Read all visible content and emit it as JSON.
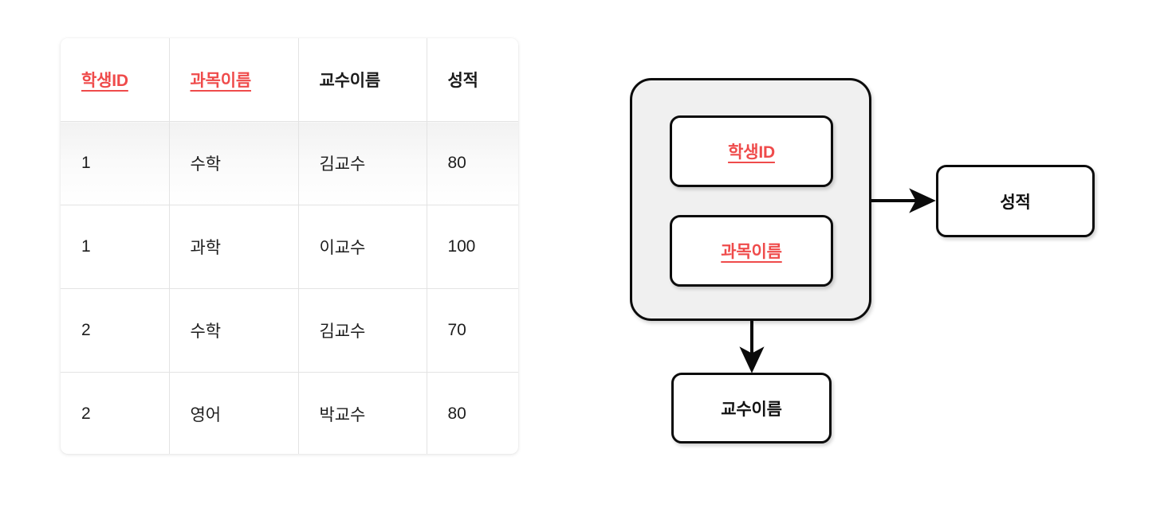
{
  "table": {
    "name": "student-course-relation-table",
    "columns": [
      {
        "label": "학생ID",
        "is_key": true
      },
      {
        "label": "과목이름",
        "is_key": true
      },
      {
        "label": "교수이름",
        "is_key": false
      },
      {
        "label": "성적",
        "is_key": false
      }
    ],
    "rows": [
      {
        "student_id": "1",
        "subject": "수학",
        "professor": "김교수",
        "score": "80"
      },
      {
        "student_id": "1",
        "subject": "과학",
        "professor": "이교수",
        "score": "100"
      },
      {
        "student_id": "2",
        "subject": "수학",
        "professor": "김교수",
        "score": "70"
      },
      {
        "student_id": "2",
        "subject": "영어",
        "professor": "박교수",
        "score": "80"
      }
    ]
  },
  "diagram": {
    "name": "functional-dependency-diagram",
    "group": {
      "label": "composite-key-group",
      "members": [
        {
          "label": "학생ID",
          "is_key": true
        },
        {
          "label": "과목이름",
          "is_key": true
        }
      ]
    },
    "targets": [
      {
        "label": "성적",
        "is_key": false,
        "from": "composite-key-group",
        "direction": "right"
      },
      {
        "label": "교수이름",
        "is_key": false,
        "from": "과목이름",
        "direction": "down"
      }
    ]
  },
  "colors": {
    "key_red": "#ef4b4b",
    "text_black": "#121212",
    "group_fill": "#f0f0f0",
    "border_black": "#0b0b0b",
    "table_grid": "#e3e3e3"
  }
}
